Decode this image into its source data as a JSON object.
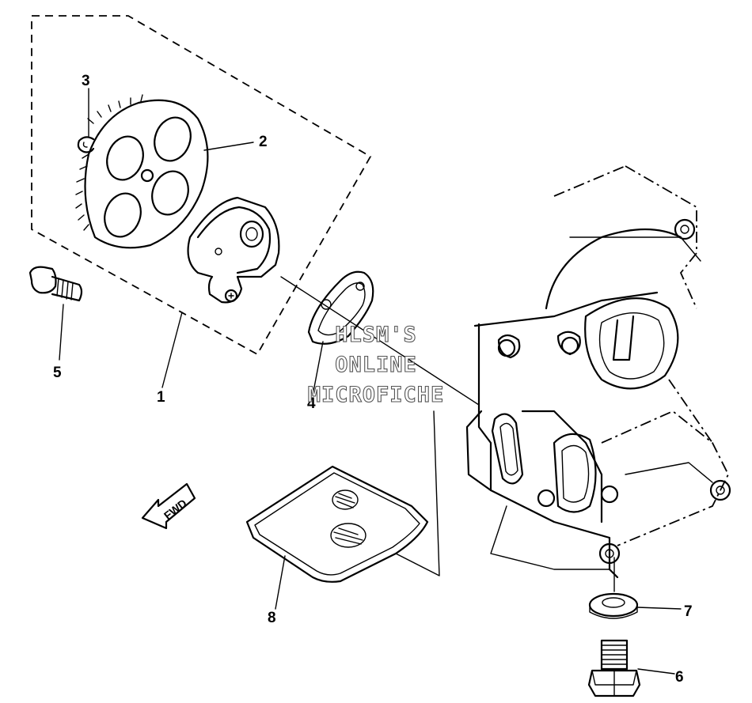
{
  "callouts": {
    "c1": "1",
    "c2": "2",
    "c3": "3",
    "c4": "4",
    "c5": "5",
    "c6": "6",
    "c7": "7",
    "c8": "8"
  },
  "arrow_label": "FWD",
  "watermark": {
    "line1": "HLSM'S",
    "line2": "ONLINE",
    "line3": "MICROFICHE"
  }
}
